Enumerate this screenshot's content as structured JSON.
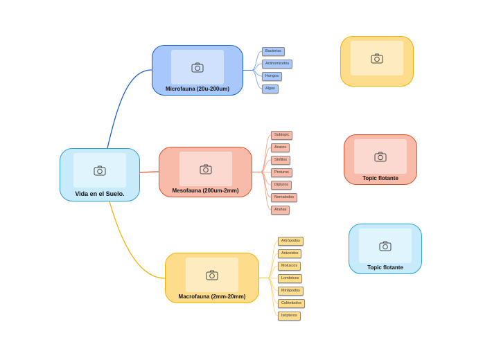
{
  "colors": {
    "central": "#c7ebfb",
    "micro": "#a8c8fb",
    "meso": "#f8bba9",
    "macro": "#fddc8c"
  },
  "central": {
    "label": "Vida en el Suelo.",
    "icon": "camera-icon"
  },
  "branches": [
    {
      "label": "Microfauna (20u-200um)",
      "subtopics": [
        "Bacterias",
        "Actinomicetos",
        "Hongos",
        "Algas"
      ]
    },
    {
      "label": "Mesofauna (200um-2mm)",
      "subtopics": [
        "Subtopic",
        "Ácaros",
        "Sínfilos",
        "Proturos",
        "Dipluros",
        "Nematodos",
        "Arañas"
      ]
    },
    {
      "label": "Macrofauna (2mm-20mm)",
      "subtopics": [
        "Artrópodos",
        "Arácnidos",
        "Moluscos",
        "Lombrices",
        "Miriápodos",
        "Colémbolos",
        "Isópteros"
      ]
    }
  ],
  "floating": [
    {
      "label": ""
    },
    {
      "label": "Topic flotante"
    },
    {
      "label": "Topic flotante"
    }
  ]
}
